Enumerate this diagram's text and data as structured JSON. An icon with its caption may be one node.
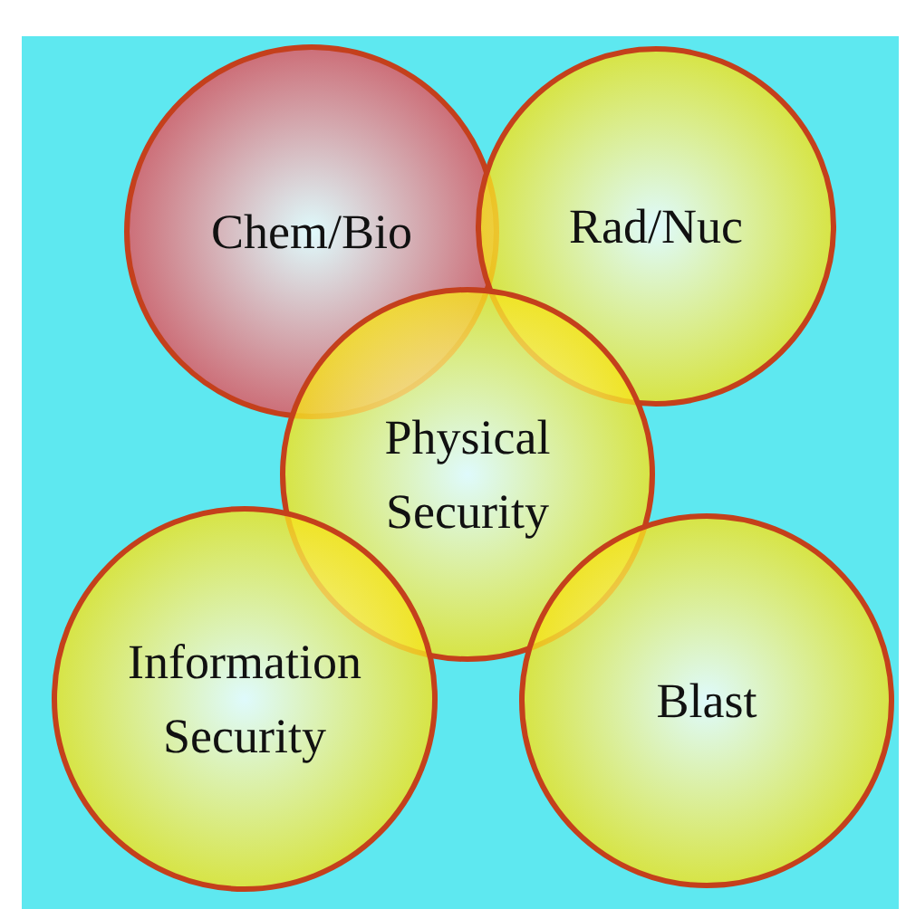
{
  "diagram": {
    "nodes": [
      {
        "text": [
          "Chem/Bio"
        ]
      },
      {
        "text": [
          "Rad/Nuc"
        ]
      },
      {
        "text": [
          "Physical Security"
        ]
      },
      {
        "text": [
          "Information Security"
        ]
      },
      {
        "text": [
          "Blast"
        ]
      }
    ]
  }
}
